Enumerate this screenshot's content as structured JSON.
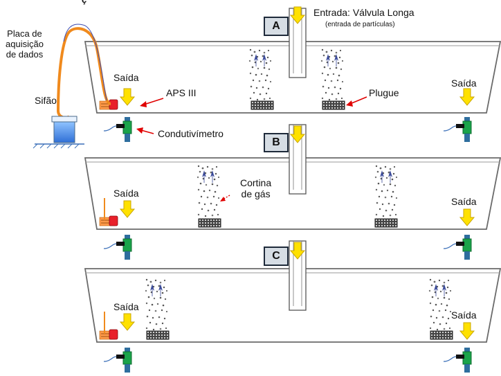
{
  "heading_fragment": "ç",
  "entrada": {
    "title": "Entrada: Válvula Longa",
    "subtitle": "(entrada de partículas)"
  },
  "panels": [
    {
      "id": "A"
    },
    {
      "id": "B"
    },
    {
      "id": "C"
    }
  ],
  "labels": {
    "placa": "Placa de\naquisição\nde dados",
    "sifao": "Sifão",
    "saida": "Saída",
    "aps": "APS III",
    "plugue": "Plugue",
    "condutivimetro": "Condutivímetro",
    "cortina": "Cortina\nde gás"
  },
  "colors": {
    "arrow_yellow": "#ffe100",
    "arrow_outline": "#c9a600",
    "pointer_red": "#e00000",
    "meter_green": "#1aa34a",
    "pipe_blue": "#2e6e9e",
    "cable_orange": "#f08a1d",
    "aps_red": "#e8202a",
    "tundish_gray": "#6a6a6a"
  }
}
